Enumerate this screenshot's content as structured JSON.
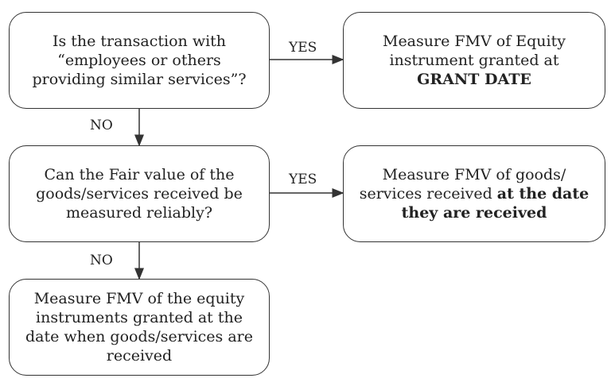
{
  "decision1": {
    "lines": [
      "Is the transaction with",
      "“employees or others",
      "providing similar services”?"
    ]
  },
  "outcome1": {
    "line1": "Measure FMV of Equity",
    "line2": "instrument granted at",
    "line3_bold": "GRANT DATE"
  },
  "decision2": {
    "lines": [
      "Can the Fair value of the",
      "goods/services received be",
      "measured reliably?"
    ]
  },
  "outcome2": {
    "line1": "Measure FMV of goods/",
    "line2_normal": "services received ",
    "line2_bold": "at the date",
    "line3_bold": "they are received"
  },
  "outcome3": {
    "lines": [
      "Measure FMV of the equity",
      "instruments granted at the",
      "date when goods/services are",
      "received"
    ]
  },
  "labels": {
    "yes1": "YES",
    "no1": "NO",
    "yes2": "YES",
    "no2": "NO"
  }
}
